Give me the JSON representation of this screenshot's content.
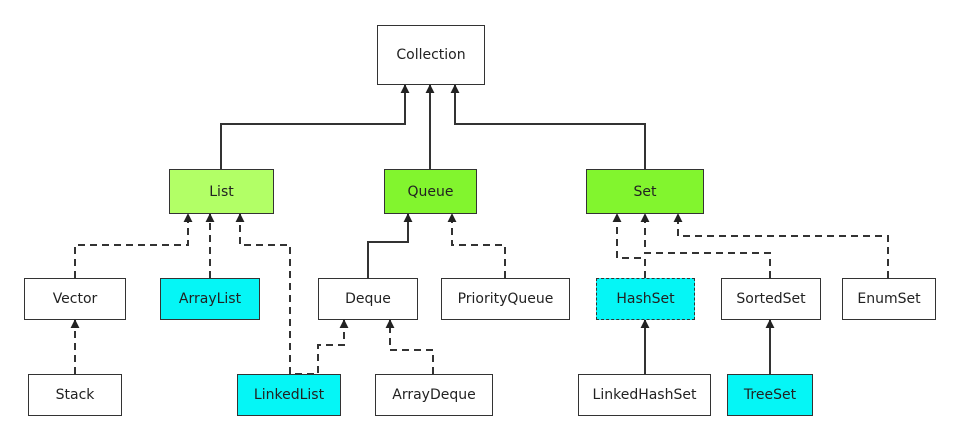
{
  "colors": {
    "default": "#ffffff",
    "light_green": "#b2ff66",
    "bright_green": "#82f52e",
    "cyan": "#05f6f6",
    "stroke": "#333333"
  },
  "nodes": {
    "collection": "Collection",
    "list": "List",
    "queue": "Queue",
    "set": "Set",
    "vector": "Vector",
    "arraylist": "ArrayList",
    "deque": "Deque",
    "priorityqueue": "PriorityQueue",
    "hashset": "HashSet",
    "sortedset": "SortedSet",
    "enumset": "EnumSet",
    "stack": "Stack",
    "linkedlist": "LinkedList",
    "arraydeque": "ArrayDeque",
    "linkedhashset": "LinkedHashSet",
    "treeset": "TreeSet"
  },
  "edges": [
    {
      "from": "list",
      "to": "collection",
      "style": "solid"
    },
    {
      "from": "queue",
      "to": "collection",
      "style": "solid"
    },
    {
      "from": "set",
      "to": "collection",
      "style": "solid"
    },
    {
      "from": "vector",
      "to": "list",
      "style": "dashed"
    },
    {
      "from": "arraylist",
      "to": "list",
      "style": "dashed"
    },
    {
      "from": "linkedlist",
      "to": "list",
      "style": "dashed"
    },
    {
      "from": "deque",
      "to": "queue",
      "style": "solid"
    },
    {
      "from": "priorityqueue",
      "to": "queue",
      "style": "dashed"
    },
    {
      "from": "linkedlist",
      "to": "deque",
      "style": "dashed"
    },
    {
      "from": "arraydeque",
      "to": "deque",
      "style": "dashed"
    },
    {
      "from": "stack",
      "to": "vector",
      "style": "dashed"
    },
    {
      "from": "hashset",
      "to": "set",
      "style": "dashed"
    },
    {
      "from": "sortedset",
      "to": "set",
      "style": "dashed"
    },
    {
      "from": "enumset",
      "to": "set",
      "style": "dashed"
    },
    {
      "from": "linkedhashset",
      "to": "hashset",
      "style": "solid"
    },
    {
      "from": "treeset",
      "to": "sortedset",
      "style": "solid"
    }
  ]
}
